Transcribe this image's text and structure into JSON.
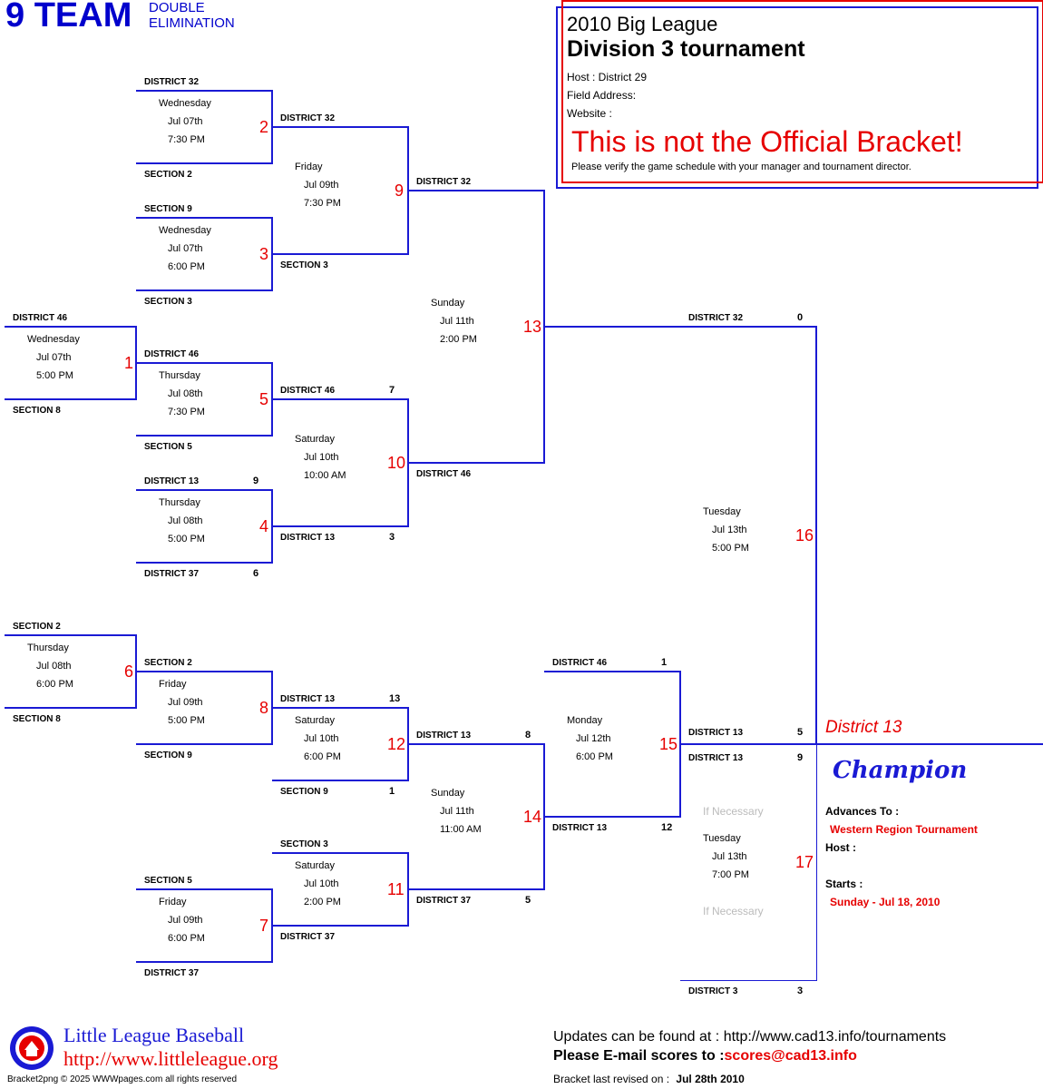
{
  "header": {
    "team_count": "9 TEAM",
    "format_line1": "DOUBLE",
    "format_line2": "ELIMINATION"
  },
  "info_box": {
    "league": "2010 Big League",
    "tournament": "Division 3 tournament",
    "host": "Host : District 29",
    "field_address": "Field Address:",
    "website": "Website :",
    "warning": "This is not the Official Bracket!",
    "verify_note": "Please verify the game schedule with your manager and tournament director."
  },
  "games": [
    {
      "num": "1",
      "day": "Wednesday",
      "date": "Jul 07th",
      "time": "5:00 PM"
    },
    {
      "num": "2",
      "day": "Wednesday",
      "date": "Jul 07th",
      "time": "7:30 PM"
    },
    {
      "num": "3",
      "day": "Wednesday",
      "date": "Jul 07th",
      "time": "6:00 PM"
    },
    {
      "num": "4",
      "day": "Thursday",
      "date": "Jul 08th",
      "time": "5:00 PM"
    },
    {
      "num": "5",
      "day": "Thursday",
      "date": "Jul 08th",
      "time": "7:30 PM"
    },
    {
      "num": "6",
      "day": "Thursday",
      "date": "Jul 08th",
      "time": "6:00 PM"
    },
    {
      "num": "7",
      "day": "Friday",
      "date": "Jul 09th",
      "time": "6:00 PM"
    },
    {
      "num": "8",
      "day": "Friday",
      "date": "Jul 09th",
      "time": "5:00 PM"
    },
    {
      "num": "9",
      "day": "Friday",
      "date": "Jul 09th",
      "time": "7:30 PM"
    },
    {
      "num": "10",
      "day": "Saturday",
      "date": "Jul 10th",
      "time": "10:00 AM"
    },
    {
      "num": "11",
      "day": "Saturday",
      "date": "Jul 10th",
      "time": "2:00 PM"
    },
    {
      "num": "12",
      "day": "Saturday",
      "date": "Jul 10th",
      "time": "6:00 PM"
    },
    {
      "num": "13",
      "day": "Sunday",
      "date": "Jul 11th",
      "time": "2:00 PM"
    },
    {
      "num": "14",
      "day": "Sunday",
      "date": "Jul 11th",
      "time": "11:00 AM"
    },
    {
      "num": "15",
      "day": "Monday",
      "date": "Jul 12th",
      "time": "6:00 PM"
    },
    {
      "num": "16",
      "day": "Tuesday",
      "date": "Jul 13th",
      "time": "5:00 PM"
    },
    {
      "num": "17",
      "day": "Tuesday",
      "date": "Jul 13th",
      "time": "7:00 PM"
    }
  ],
  "slots": {
    "g1_top": "DISTRICT 46",
    "g1_bot": "SECTION 8",
    "g2_top": "DISTRICT 32",
    "g2_bot": "SECTION 2",
    "g3_top": "SECTION 9",
    "g3_bot": "SECTION 3",
    "g4_top": "DISTRICT 13",
    "g4_top_score": "9",
    "g4_bot": "DISTRICT 37",
    "g4_bot_score": "6",
    "g5_top": "DISTRICT 46",
    "g5_bot": "SECTION 5",
    "g6_top": "SECTION 2",
    "g6_bot": "SECTION 8",
    "g7_top": "SECTION 5",
    "g7_bot": "DISTRICT 37",
    "g8_top": "SECTION 2",
    "g8_bot": "SECTION 9",
    "g9_top": "DISTRICT 32",
    "g9_bot": "SECTION 3",
    "g10_top": "DISTRICT 46",
    "g10_top_score": "7",
    "g10_bot": "DISTRICT 13",
    "g10_bot_score": "3",
    "g11_top": "SECTION 3",
    "g11_bot": "DISTRICT 37",
    "g12_top": "DISTRICT 13",
    "g12_top_score": "13",
    "g12_bot": "SECTION 9",
    "g12_bot_score": "1",
    "g13_top": "DISTRICT 32",
    "g13_bot": "DISTRICT 46",
    "g14_top": "DISTRICT 13",
    "g14_top_score": "8",
    "g14_bot": "DISTRICT 37",
    "g14_bot_score": "5",
    "g15_top": "DISTRICT 46",
    "g15_top_score": "1",
    "g15_bot": "DISTRICT 13",
    "g15_bot_score": "12",
    "g16_top": "DISTRICT 32",
    "g16_top_score": "0",
    "g16_bot": "DISTRICT 13",
    "g16_bot_score": "5",
    "g17_top": "DISTRICT 13",
    "g17_top_score": "9",
    "g17_bot": "DISTRICT 3",
    "g17_bot_score": "3"
  },
  "if_necessary": "If Necessary",
  "champion": {
    "winner": "District 13",
    "label": "Champion",
    "advances_label": "Advances To :",
    "advances_value": "Western Region Tournament",
    "host_label": "Host :",
    "starts_label": "Starts :",
    "starts_value": "Sunday - Jul 18, 2010"
  },
  "footer": {
    "org_name": "Little League Baseball",
    "org_url": "http://www.littleleague.org",
    "copyright": "Bracket2png © 2025 WWWpages.com all rights reserved",
    "updates": "Updates can be found at : http://www.cad13.info/tournaments",
    "email_label": "Please E-mail scores to :",
    "email": "scores@cad13.info",
    "revised_label": "Bracket last revised on :",
    "revised_date": "Jul 28th 2010"
  },
  "colors": {
    "line": "#1a1ad4",
    "red": "#e60000",
    "title": "#0000cc"
  }
}
